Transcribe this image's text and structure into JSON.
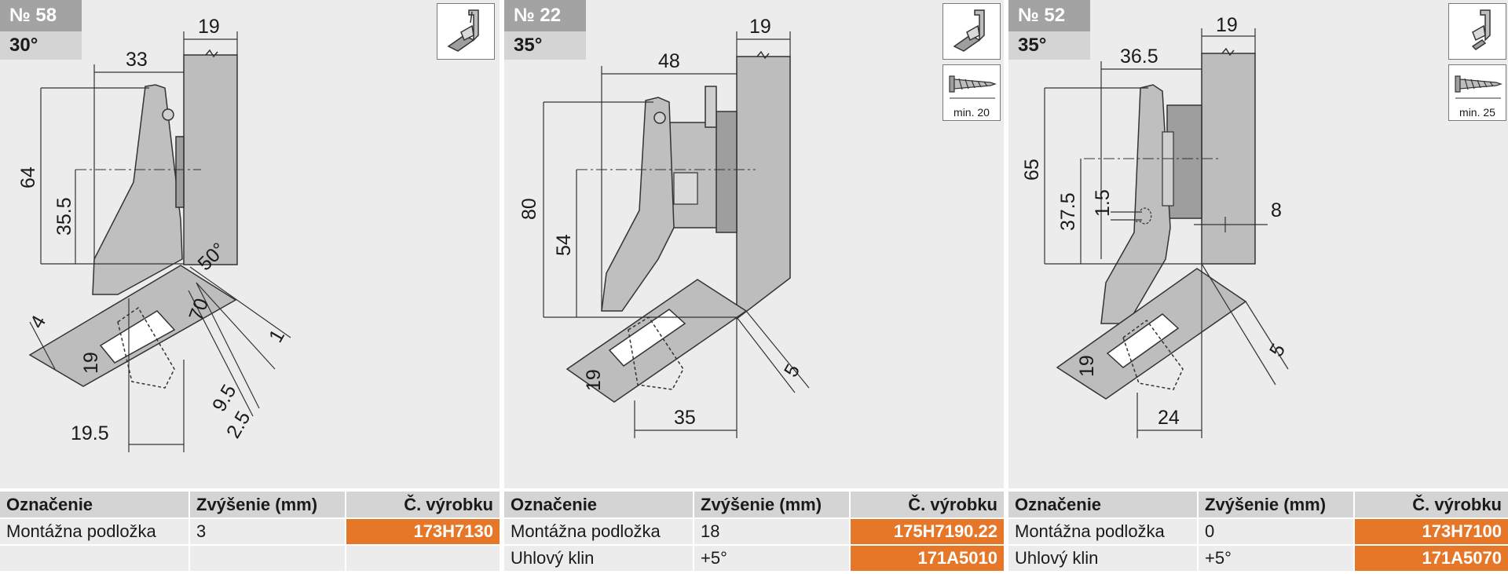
{
  "colors": {
    "accent": "#e67628",
    "badge_dark": "#a3a3a3",
    "badge_light": "#d4d4d4",
    "panel_bg": "#ececec"
  },
  "table_headers": {
    "name": "Označenie",
    "height": "Zvýšenie (mm)",
    "part_no": "Č. výrobku"
  },
  "panels": [
    {
      "number": "№ 58",
      "angle": "30°",
      "icons": [
        "mounting-plate-icon"
      ],
      "screw_label": "",
      "dimensions": {
        "top_width": "19",
        "horizontal_1": "33",
        "vertical_1": "64",
        "vertical_2": "35.5",
        "angle_label": "50°",
        "offset_1": "4",
        "door_thickness": "19",
        "diagonal_1": "70",
        "small_1": "1",
        "small_2": "9.5",
        "small_3": "2.5",
        "bottom_width": "19.5"
      },
      "rows": [
        {
          "name": "Montážna podložka",
          "height": "3",
          "part_no": "173H7130"
        }
      ]
    },
    {
      "number": "№ 22",
      "angle": "35°",
      "icons": [
        "mounting-plate-icon",
        "screw-icon"
      ],
      "screw_label": "min. 20",
      "dimensions": {
        "top_width": "19",
        "horizontal_1": "48",
        "vertical_1": "80",
        "vertical_2": "54",
        "door_thickness": "19",
        "small_1": "5",
        "bottom_width": "35"
      },
      "rows": [
        {
          "name": "Montážna podložka",
          "height": "18",
          "part_no": "175H7190.22"
        },
        {
          "name": "Uhlový klin",
          "height": "+5°",
          "part_no": "171A5010"
        }
      ]
    },
    {
      "number": "№ 52",
      "angle": "35°",
      "icons": [
        "mounting-plate-icon",
        "screw-icon"
      ],
      "screw_label": "min. 25",
      "dimensions": {
        "top_width": "19",
        "horizontal_1": "36.5",
        "vertical_1": "65",
        "vertical_2": "37.5",
        "small_offset": "1.5",
        "side_gap": "8",
        "door_thickness": "19",
        "small_1": "5",
        "bottom_width": "24"
      },
      "rows": [
        {
          "name": "Montážna podložka",
          "height": "0",
          "part_no": "173H7100"
        },
        {
          "name": "Uhlový klin",
          "height": "+5°",
          "part_no": "171A5070"
        }
      ]
    }
  ]
}
